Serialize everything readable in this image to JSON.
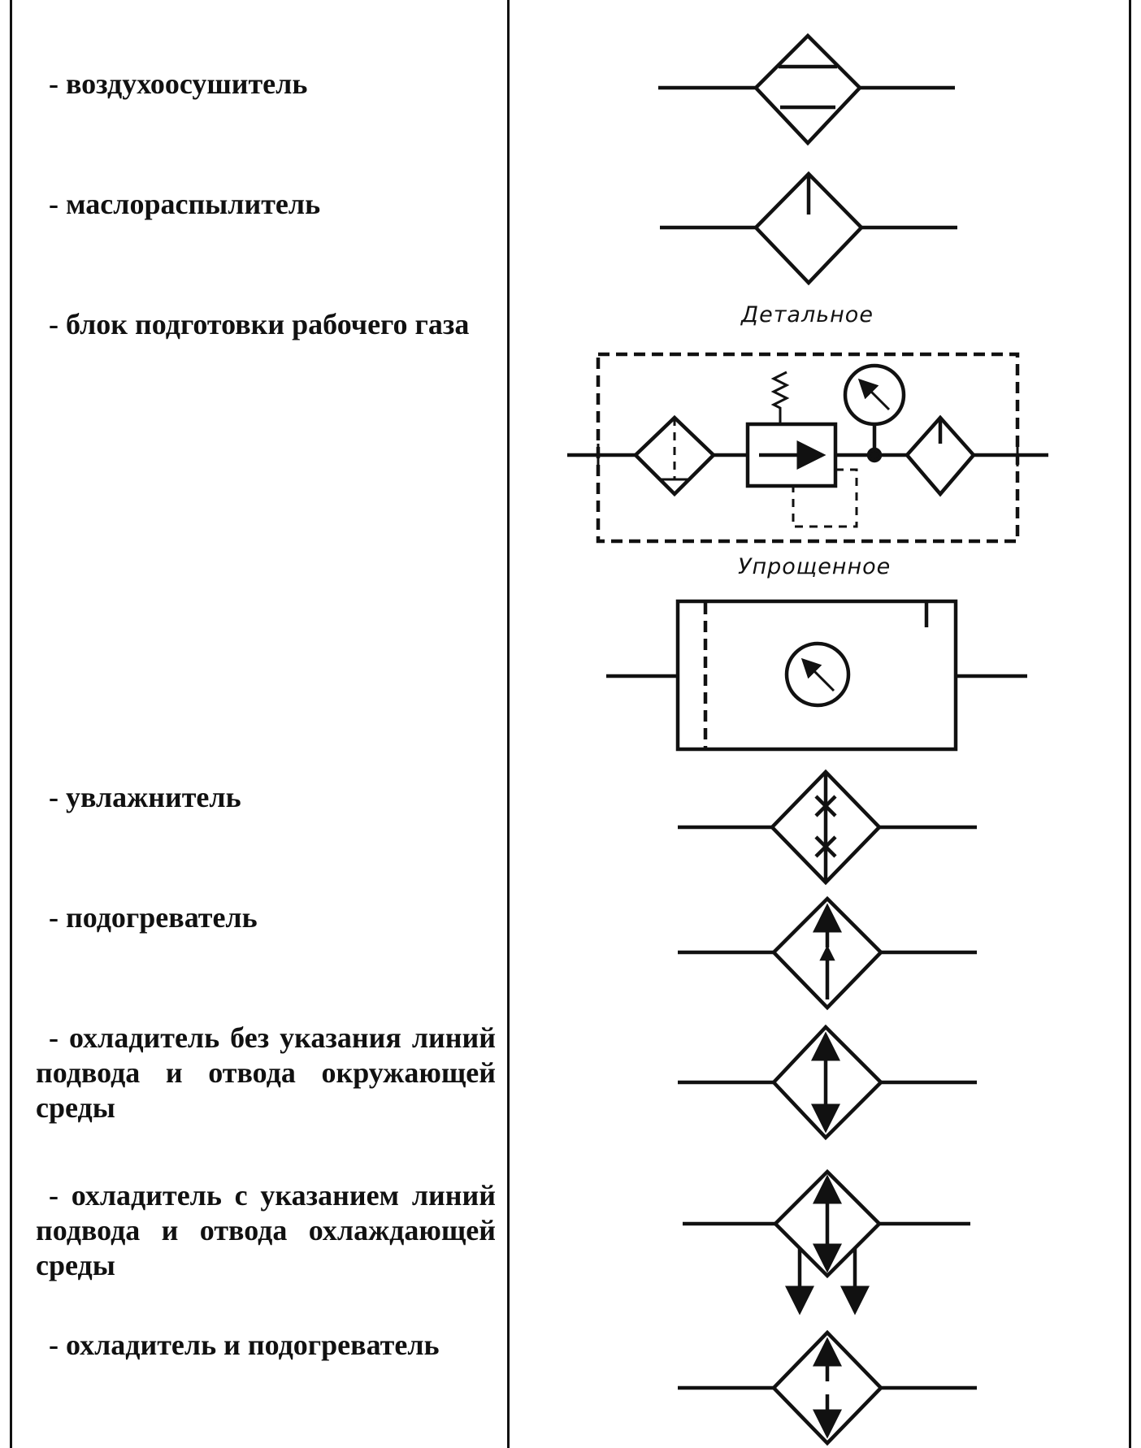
{
  "rows": [
    {
      "label": "- воздухоосушитель",
      "symbol": "air-dryer-symbol"
    },
    {
      "label": "- маслораспылитель",
      "symbol": "lubricator-symbol"
    },
    {
      "label": "- блок подготовки рабочего газа",
      "symbol": "gas-preparation-unit-symbol",
      "caption_detailed": "Детальное",
      "caption_simplified": "Упрощенное"
    },
    {
      "label": "- увлажнитель",
      "symbol": "humidifier-symbol"
    },
    {
      "label": "- подогреватель",
      "symbol": "heater-symbol"
    },
    {
      "label": "- охладитель без указания линий подвода и отвода окружающей среды",
      "symbol": "cooler-symbol"
    },
    {
      "label": "- охладитель с указанием линий подвода и отвода охлаждающей среды",
      "symbol": "cooler-with-lines-symbol"
    },
    {
      "label": "- охладитель и подогреватель",
      "symbol": "cooler-heater-symbol"
    }
  ]
}
